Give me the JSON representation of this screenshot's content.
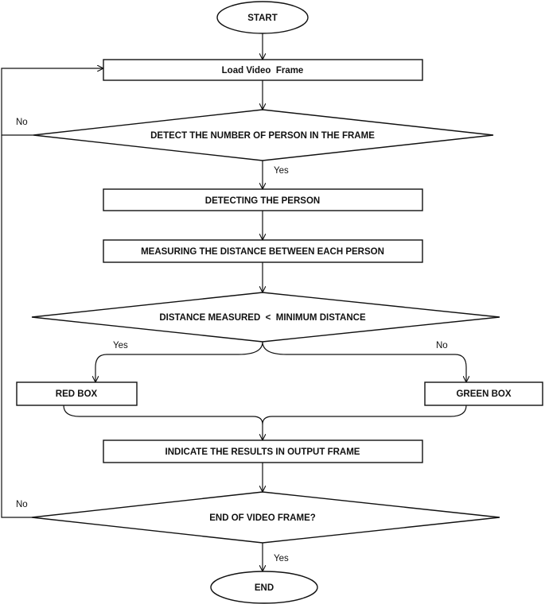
{
  "nodes": {
    "start": "START",
    "load": "Load Video  Frame",
    "detect_number": "DETECT THE NUMBER OF PERSON IN THE FRAME",
    "detecting": "DETECTING THE PERSON",
    "measuring": "MEASURING THE DISTANCE BETWEEN EACH PERSON",
    "distance_check": "DISTANCE MEASURED  <  MINIMUM DISTANCE",
    "red_box": "RED BOX",
    "green_box": "GREEN BOX",
    "indicate": "INDICATE THE RESULTS IN OUTPUT FRAME",
    "end_check": "END OF VIDEO FRAME?",
    "end": "END"
  },
  "edges": {
    "detect_no": "No",
    "detect_yes": "Yes",
    "distance_yes": "Yes",
    "distance_no": "No",
    "end_no": "No",
    "end_yes": "Yes"
  }
}
